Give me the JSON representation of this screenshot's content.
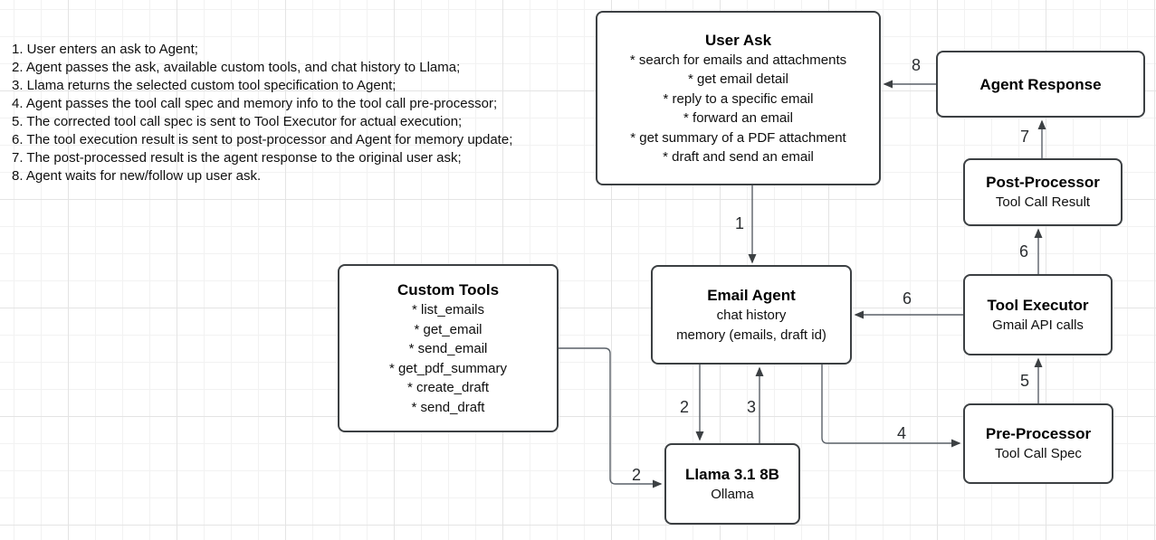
{
  "notes": {
    "lines": [
      "1. User enters an ask to Agent;",
      "2. Agent passes the ask, available custom tools, and chat history to Llama;",
      "3. Llama returns the selected custom tool specification to Agent;",
      "4. Agent passes the tool call spec and memory info to the tool call pre-processor;",
      "5. The corrected tool call spec is sent to Tool Executor for actual execution;",
      "6. The tool execution result is sent to post-processor and Agent for memory update;",
      "7. The post-processed result is the agent response to the original user ask;",
      "8. Agent waits for new/follow up user ask."
    ]
  },
  "nodes": {
    "user_ask": {
      "title": "User Ask",
      "lines": [
        "* search for emails and attachments",
        "* get email detail",
        "* reply to a specific email",
        "* forward an email",
        "* get summary of a PDF attachment",
        "* draft and send an email"
      ]
    },
    "agent_response": {
      "title": "Agent Response"
    },
    "post_processor": {
      "title": "Post-Processor",
      "subtitle": "Tool Call Result"
    },
    "tool_executor": {
      "title": "Tool Executor",
      "subtitle": "Gmail API calls"
    },
    "pre_processor": {
      "title": "Pre-Processor",
      "subtitle": "Tool Call Spec"
    },
    "email_agent": {
      "title": "Email Agent",
      "lines": [
        "chat history",
        "memory (emails, draft id)"
      ]
    },
    "custom_tools": {
      "title": "Custom Tools",
      "lines": [
        "* list_emails",
        "* get_email",
        "* send_email",
        "* get_pdf_summary",
        "* create_draft",
        "* send_draft"
      ]
    },
    "llama": {
      "title": "Llama 3.1 8B",
      "subtitle": "Ollama"
    }
  },
  "edge_labels": {
    "step1": "1",
    "step2_agent_to_llama": "2",
    "step2_tools_to_llama": "2",
    "step3": "3",
    "step4": "4",
    "step5": "5",
    "step6_to_post_processor": "6",
    "step6_to_email_agent": "6",
    "step7": "7",
    "step8": "8"
  },
  "colors": {
    "box_border": "#3c4043",
    "edge_line": "#5a6168",
    "arrowhead": "#3c4043",
    "grid_minor": "#f2f2f2",
    "grid_major": "#e4e4e4",
    "text": "#0f0f0f"
  }
}
